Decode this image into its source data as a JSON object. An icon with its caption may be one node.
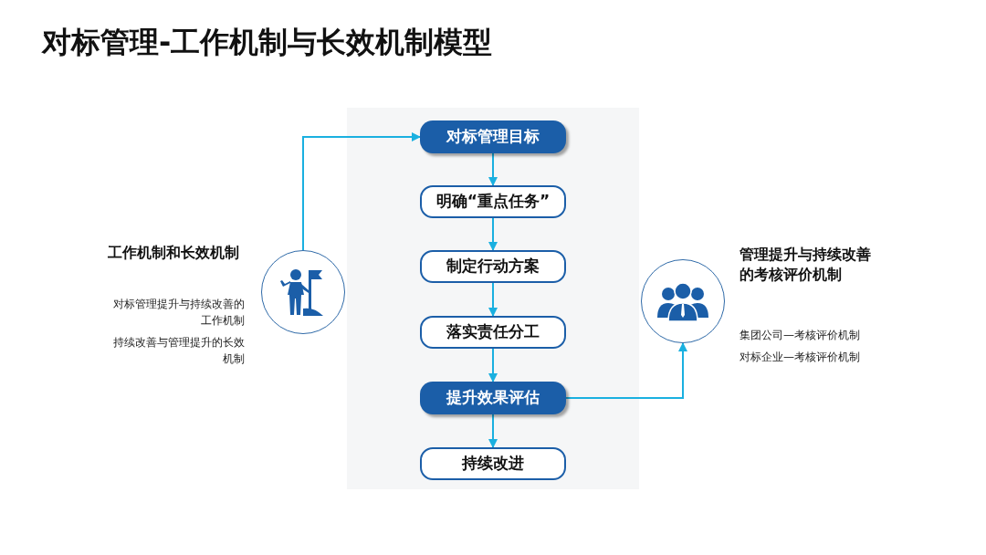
{
  "diagram": {
    "title": "对标管理-工作机制与长效机制模型",
    "nodes": [
      {
        "text": [
          "对标管理目标"
        ]
      },
      {
        "text": [
          "明确“重点任务”"
        ]
      },
      {
        "text": [
          "制定行动方案"
        ]
      },
      {
        "text": [
          "落实责任分工"
        ]
      },
      {
        "text": [
          "提升效果评估"
        ]
      },
      {
        "text": [
          "持续改进"
        ]
      },
      {
        "text": [],
        "shape": "circle",
        "beside": [
          "工作机制和长效机制",
          "对标管理提升与持续改善的工作机制",
          "持续改善与管理提升的长效机制"
        ]
      },
      {
        "text": [],
        "shape": "circle",
        "beside": [
          "管理提升与持续改善的考核评价机制",
          "集团公司—考核评价机制",
          "对标企业—考核评价机制"
        ]
      }
    ],
    "edges": [
      {
        "from": 0,
        "to": 1,
        "arrow": "to"
      },
      {
        "from": 1,
        "to": 2,
        "arrow": "to"
      },
      {
        "from": 2,
        "to": 3,
        "arrow": "to"
      },
      {
        "from": 3,
        "to": 4,
        "arrow": "to"
      },
      {
        "from": 4,
        "to": 5,
        "arrow": "to"
      },
      {
        "from": 6,
        "to": 0,
        "arrow": "to"
      },
      {
        "from": 4,
        "to": 7,
        "arrow": "to"
      }
    ]
  }
}
